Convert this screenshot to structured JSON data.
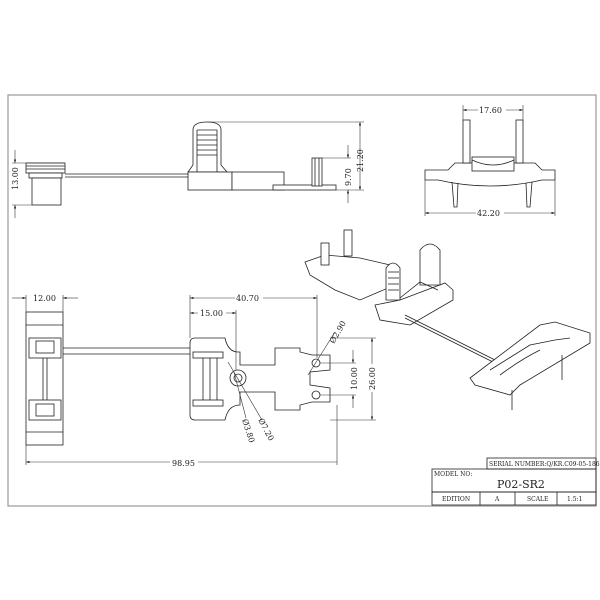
{
  "dimensions": {
    "side_connector_height": "13.00",
    "side_total_height": "21.20",
    "side_pin_height": "9.70",
    "front_inner_width": "17.60",
    "front_total_width": "42.20",
    "plan_connector_width": "12.00",
    "plan_overall_length": "98.95",
    "plan_hole_offset": "40.70",
    "plan_center_offset": "15.00",
    "plan_pin_diameter": "Ø2.90",
    "plan_hole_outer_diameter": "Ø7.20",
    "plan_hole_inner_diameter": "Ø3.80",
    "plan_pin_spacing": "10.00",
    "plan_total_width": "26.00"
  },
  "title_block": {
    "serial_number": "SERIAL NUMBER:Q/KR.C09-05-186",
    "model_label": "MODEL NO:",
    "model_value": "P02-SR2",
    "edition_label": "EDITION",
    "edition_value": "A",
    "scale_label": "SCALE",
    "scale_value": "1.5:1"
  }
}
